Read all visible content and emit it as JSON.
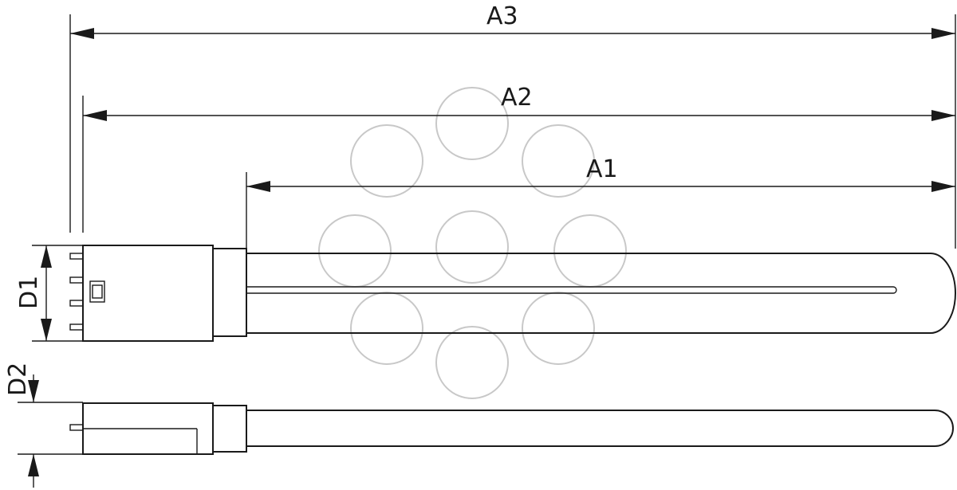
{
  "diagram": {
    "labels": {
      "a1": "A1",
      "a2": "A2",
      "a3": "A3",
      "d1": "D1",
      "d2": "D2"
    },
    "colors": {
      "line": "#1a1a1a",
      "watermark": "#c8c8c8",
      "background": "#ffffff"
    }
  }
}
